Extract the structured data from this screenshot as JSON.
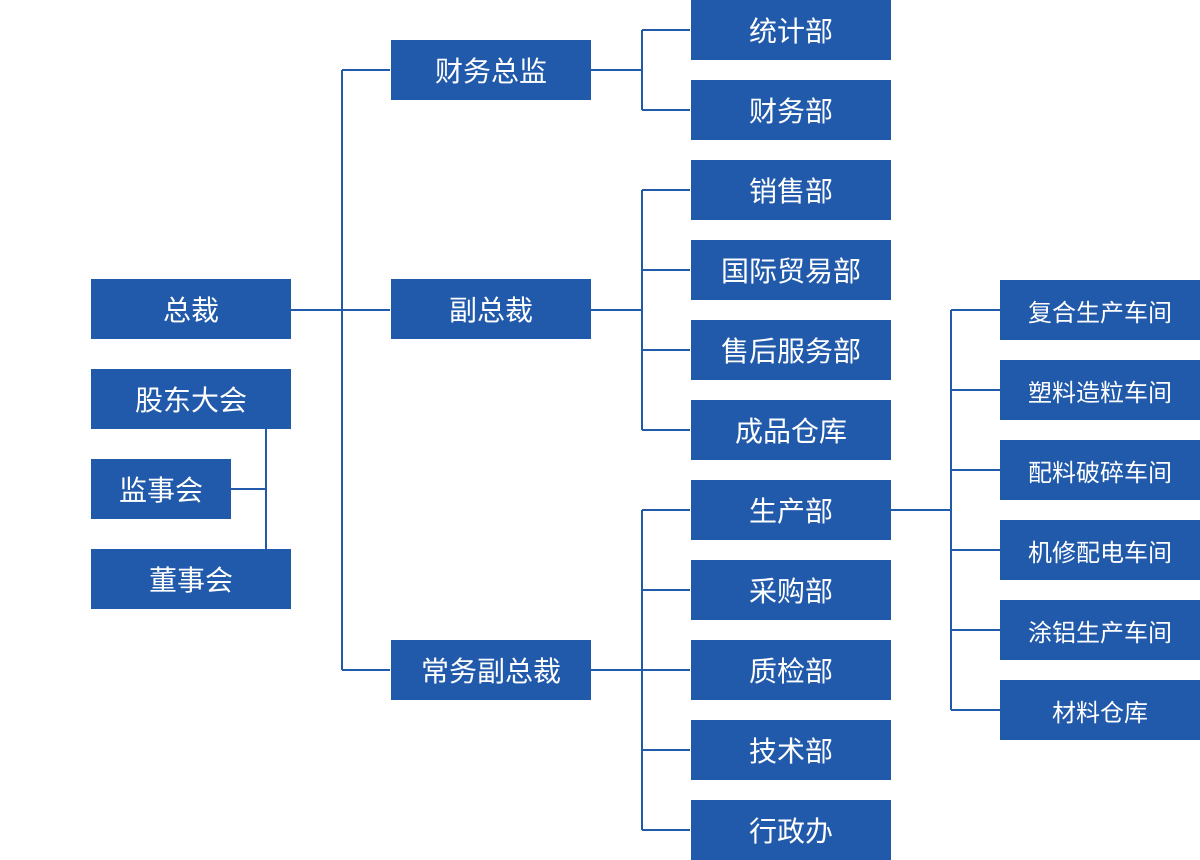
{
  "colors": {
    "box": "#225aab",
    "line": "#225aab",
    "text": "#ffffff"
  },
  "left": {
    "president": "总裁",
    "shareholders_meeting": "股东大会",
    "supervisory_board": "监事会",
    "board_of_directors": "董事会"
  },
  "mid": {
    "cfo": "财务总监",
    "vp": "副总裁",
    "executive_vp": "常务副总裁"
  },
  "depts": {
    "statistics": "统计部",
    "finance": "财务部",
    "sales": "销售部",
    "intl_trade": "国际贸易部",
    "after_sales": "售后服务部",
    "finished_goods_warehouse": "成品仓库",
    "production": "生产部",
    "purchasing": "采购部",
    "quality": "质检部",
    "technical": "技术部",
    "admin": "行政办"
  },
  "workshops": {
    "composite": "复合生产车间",
    "plastic_pellet": "塑料造粒车间",
    "compounding_crushing": "配料破碎车间",
    "mech_electrical": "机修配电车间",
    "aluminum_coating": "涂铝生产车间",
    "material_warehouse": "材料仓库"
  }
}
